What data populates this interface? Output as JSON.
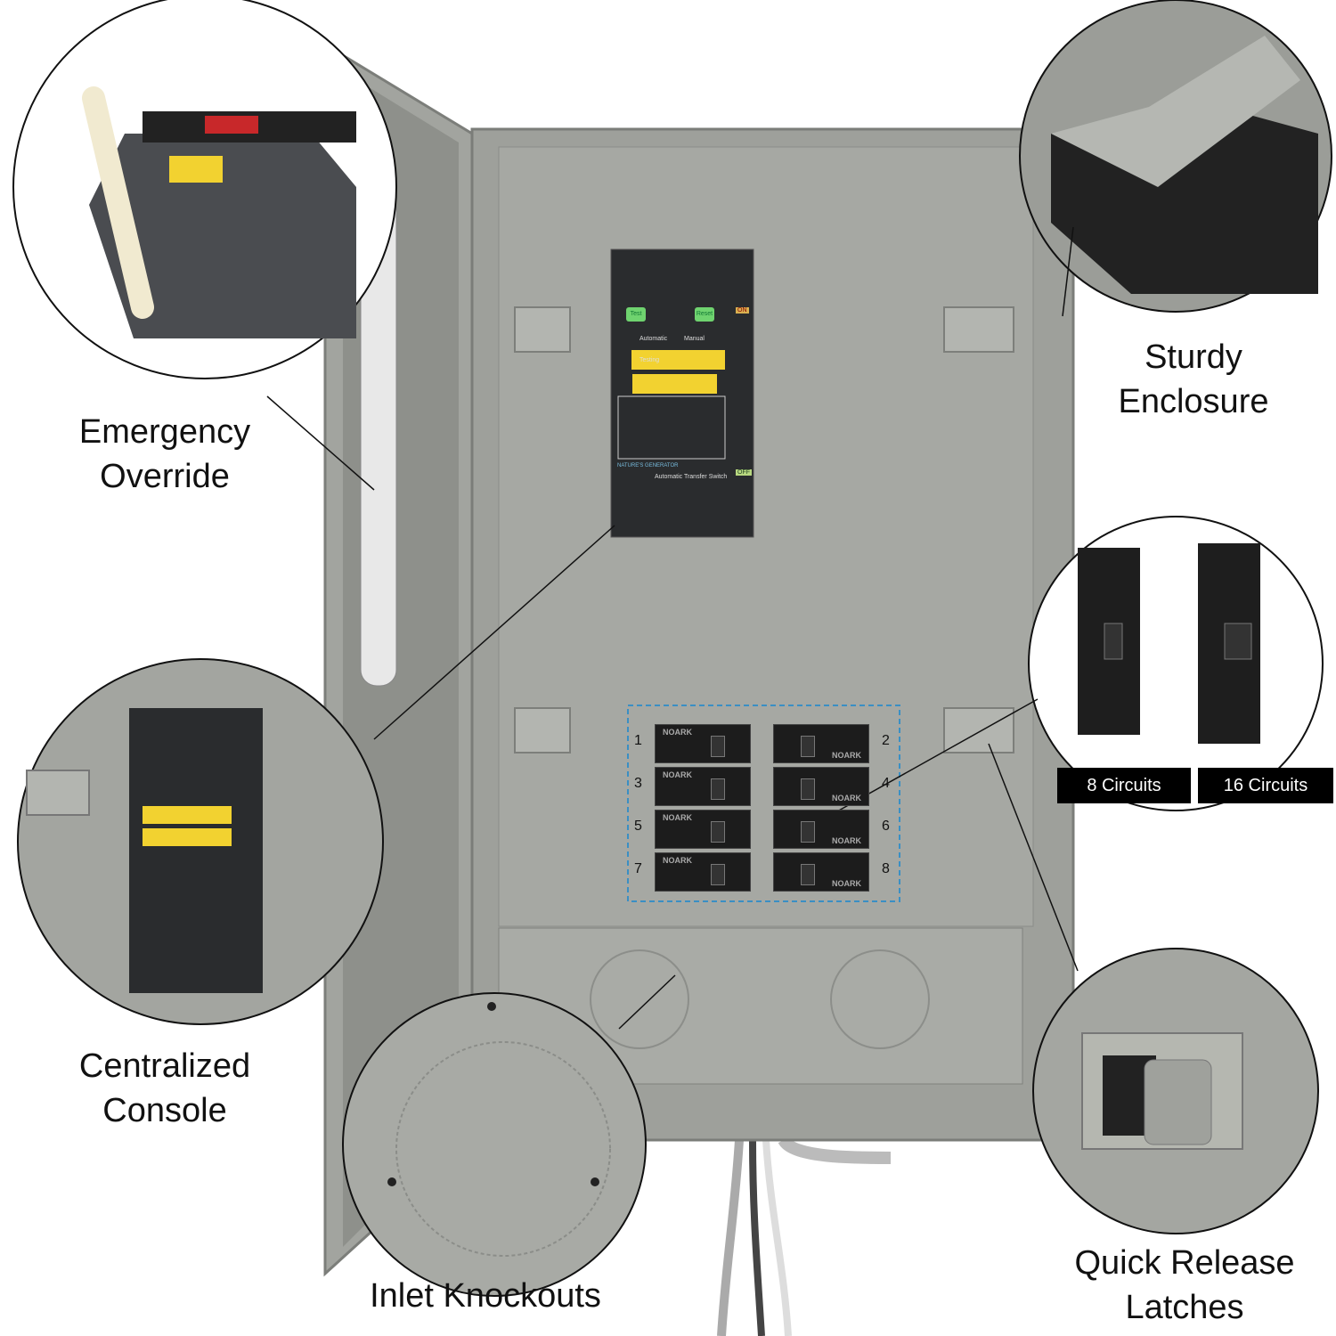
{
  "callouts": {
    "emergency_override": [
      "Emergency",
      "Override"
    ],
    "sturdy_enclosure": [
      "Sturdy",
      "Enclosure"
    ],
    "centralized_console": [
      "Centralized",
      "Console"
    ],
    "inlet_knockouts": "Inlet Knockouts",
    "quick_release_latches": [
      "Quick Release",
      "Latches"
    ]
  },
  "circuit_badges": [
    "8 Circuits",
    "16 Circuits"
  ],
  "circuit_numbers": [
    "1",
    "2",
    "3",
    "4",
    "5",
    "6",
    "7",
    "8"
  ],
  "breaker_brand": "NOARK",
  "console": {
    "title": "Automatic Transfer Switch",
    "brand": "NATURE'S GENERATOR",
    "test_button": "Test",
    "reset_button": "Reset",
    "automatic_label": "Automatic",
    "manual_label": "Manual",
    "testing_label": "Testing",
    "on_label": "ON",
    "off_label": "OFF"
  },
  "colors": {
    "enclosure": "#9a9c97",
    "callout_badge": "#000000",
    "breaker_outline": "#3a8fc4"
  }
}
